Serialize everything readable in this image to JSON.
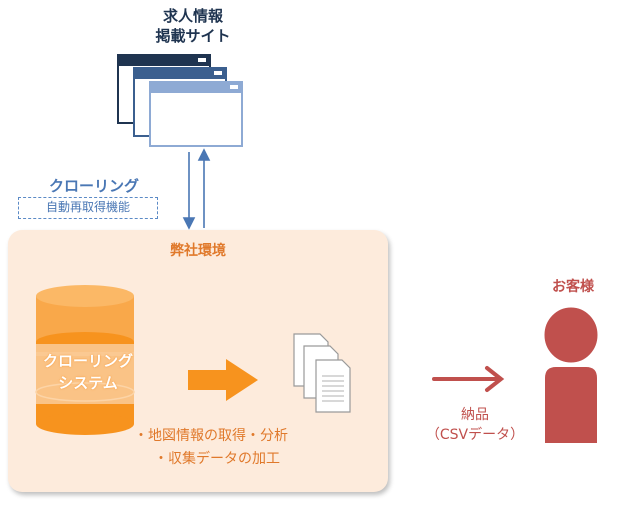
{
  "site": {
    "title_line1": "求人情報",
    "title_line2": "掲載サイト"
  },
  "crawling": {
    "label": "クローリング",
    "feature": "自動再取得機能"
  },
  "environment": {
    "label": "弊社環境"
  },
  "system": {
    "line1": "クローリング",
    "line2": "システム"
  },
  "bullets": [
    "・地図情報の取得・分析",
    "・収集データの加工"
  ],
  "customer": {
    "label": "お客様"
  },
  "delivery": {
    "line1": "納品",
    "line2": "（CSVデータ）"
  },
  "colors": {
    "navy": "#1f3450",
    "blue": "#4a77b4",
    "orange": "#f7931e",
    "peach": "#fdebdc",
    "red": "#c0504d"
  }
}
